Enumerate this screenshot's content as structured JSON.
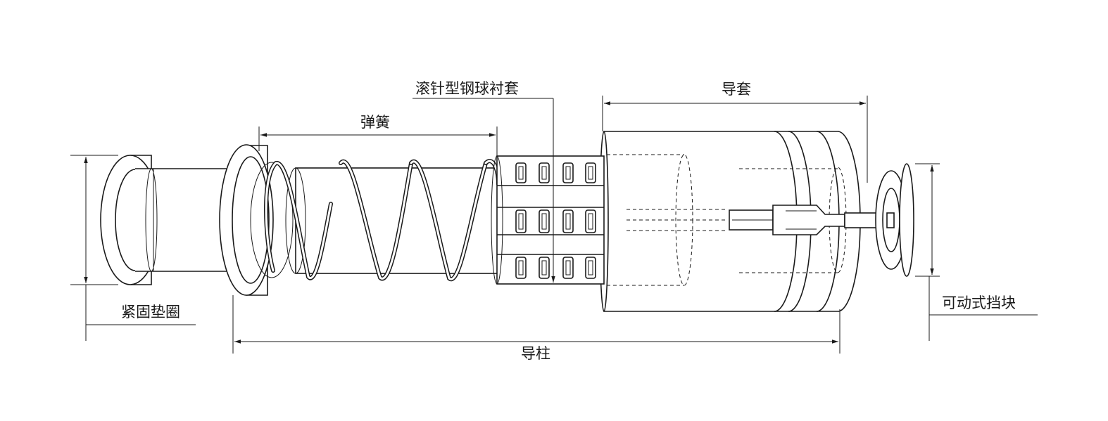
{
  "diagram": {
    "labels": {
      "washer": "紧固垫圈",
      "spring": "弹簧",
      "needle_bushing": "滚针型钢球衬套",
      "guide_bushing": "导套",
      "stopper": "可动式挡块",
      "guide_post": "导柱"
    },
    "colors": {
      "line": "#1a1a1a",
      "background": "#ffffff"
    }
  }
}
